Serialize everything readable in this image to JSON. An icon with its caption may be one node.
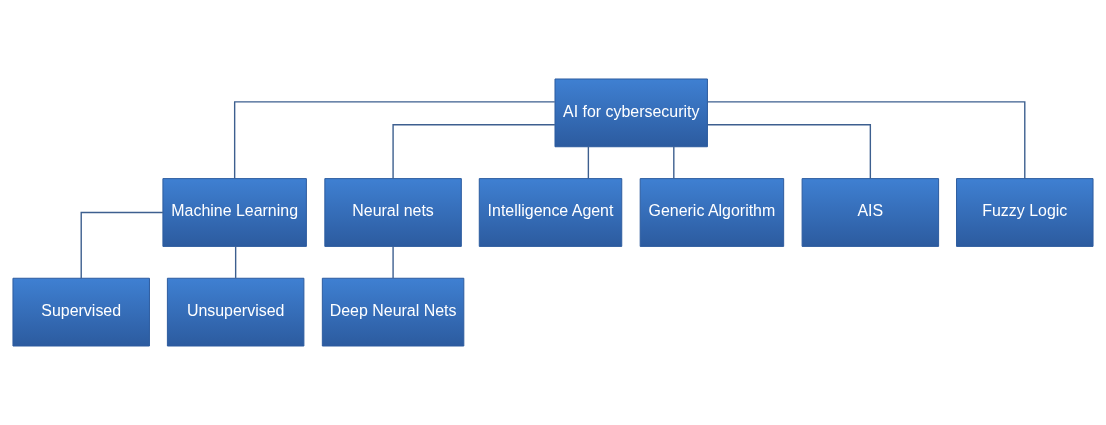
{
  "diagram": {
    "nodes": [
      {
        "text": [
          "AI for cybersecurity"
        ]
      },
      {
        "text": [
          "Machine Learning"
        ]
      },
      {
        "text": [
          "Neural nets"
        ]
      },
      {
        "text": [
          "Intelligence Agent"
        ]
      },
      {
        "text": [
          "Generic Algorithm"
        ]
      },
      {
        "text": [
          "AIS"
        ]
      },
      {
        "text": [
          "Fuzzy Logic"
        ]
      },
      {
        "text": [
          "Supervised"
        ]
      },
      {
        "text": [
          "Unsupervised"
        ]
      },
      {
        "text": [
          "Deep Neural Nets"
        ]
      }
    ],
    "edges": [
      {
        "from": 0,
        "to": 1,
        "arrow": "none"
      },
      {
        "from": 0,
        "to": 2,
        "arrow": "none"
      },
      {
        "from": 0,
        "to": 3,
        "arrow": "none"
      },
      {
        "from": 0,
        "to": 4,
        "arrow": "none"
      },
      {
        "from": 0,
        "to": 5,
        "arrow": "none"
      },
      {
        "from": 0,
        "to": 6,
        "arrow": "none"
      },
      {
        "from": 1,
        "to": 7,
        "arrow": "none"
      },
      {
        "from": 1,
        "to": 8,
        "arrow": "none"
      },
      {
        "from": 2,
        "to": 9,
        "arrow": "none"
      }
    ]
  }
}
